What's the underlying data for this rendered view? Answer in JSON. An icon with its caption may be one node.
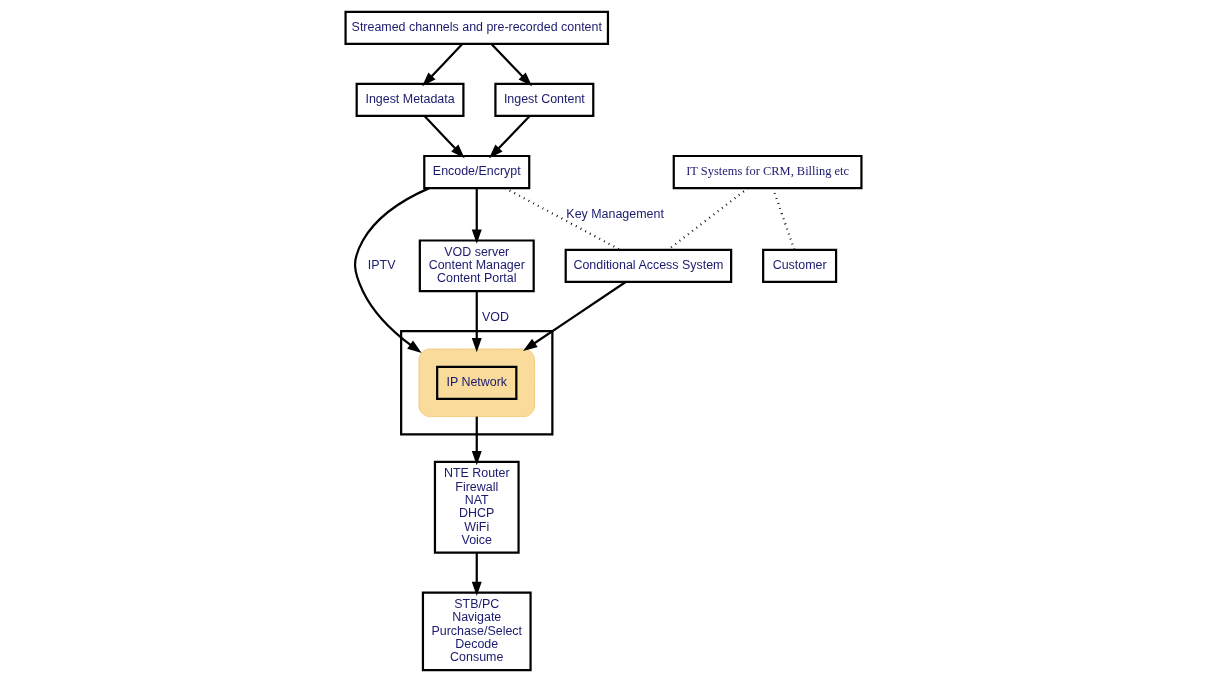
{
  "diagram": {
    "nodes": [
      {
        "text": [
          "Streamed channels and pre-recorded content"
        ]
      },
      {
        "text": [
          "Ingest Metadata"
        ]
      },
      {
        "text": [
          "Ingest Content"
        ]
      },
      {
        "text": [
          "Encode/Encrypt"
        ]
      },
      {
        "text": [
          "IT Systems for CRM, Billing etc"
        ]
      },
      {
        "text": [
          "VOD server",
          "Content Manager",
          "Content Portal"
        ]
      },
      {
        "text": [
          "Conditional Access System"
        ]
      },
      {
        "text": [
          "Customer"
        ]
      },
      {
        "text": [],
        "shape": "box"
      },
      {
        "text": [],
        "shape": "cloud",
        "in": 8
      },
      {
        "text": [
          "IP Network"
        ],
        "in": 9
      },
      {
        "text": [
          "NTE Router",
          "Firewall",
          "NAT",
          "DHCP",
          "WiFi",
          "Voice"
        ]
      },
      {
        "text": [
          "STB/PC",
          "Navigate",
          "Purchase/Select",
          "Decode",
          "Consume"
        ]
      }
    ],
    "edges": [
      {
        "from": 0,
        "to": 1,
        "arrow": "to"
      },
      {
        "from": 0,
        "to": 2,
        "arrow": "to"
      },
      {
        "from": 1,
        "to": 3,
        "arrow": "to"
      },
      {
        "from": 2,
        "to": 3,
        "arrow": "to"
      },
      {
        "from": 3,
        "to": 5,
        "arrow": "to"
      },
      {
        "from": 3,
        "to": 6,
        "arrow": "none",
        "label": "Key Management",
        "style": "dashed"
      },
      {
        "from": 3,
        "to": 9,
        "arrow": "to",
        "label": "IPTV"
      },
      {
        "from": 4,
        "to": 6,
        "arrow": "none",
        "style": "dashed"
      },
      {
        "from": 4,
        "to": 7,
        "arrow": "none",
        "style": "dashed"
      },
      {
        "from": 5,
        "to": 9,
        "arrow": "to",
        "label": "VOD"
      },
      {
        "from": 6,
        "to": 9,
        "arrow": "to"
      },
      {
        "from": 9,
        "to": 11,
        "arrow": "to"
      },
      {
        "from": 11,
        "to": 12,
        "arrow": "to"
      }
    ]
  }
}
